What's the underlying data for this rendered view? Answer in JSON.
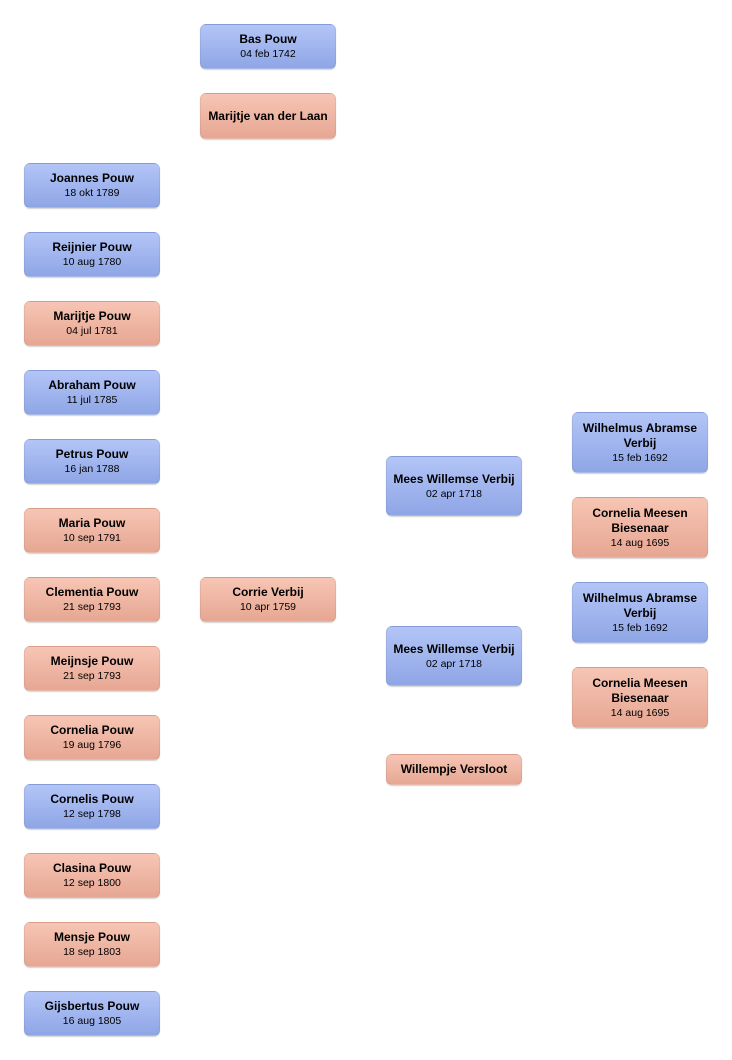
{
  "tree": {
    "parents": {
      "father": {
        "name": "Bas Pouw",
        "date": "04 feb 1742"
      },
      "mother": {
        "name": "Marijtje van der Laan",
        "date": ""
      }
    },
    "children": [
      {
        "name": "Joannes Pouw",
        "date": "18 okt 1789",
        "gender": "male"
      },
      {
        "name": "Reijnier Pouw",
        "date": "10 aug 1780",
        "gender": "male"
      },
      {
        "name": "Marijtje Pouw",
        "date": "04 jul 1781",
        "gender": "female"
      },
      {
        "name": "Abraham Pouw",
        "date": "11 jul 1785",
        "gender": "male"
      },
      {
        "name": "Petrus Pouw",
        "date": "16 jan 1788",
        "gender": "male"
      },
      {
        "name": "Maria Pouw",
        "date": "10 sep 1791",
        "gender": "female"
      },
      {
        "name": "Clementia Pouw",
        "date": "21 sep 1793",
        "gender": "female"
      },
      {
        "name": "Meijnsje Pouw",
        "date": "21 sep 1793",
        "gender": "female"
      },
      {
        "name": "Cornelia Pouw",
        "date": "19 aug 1796",
        "gender": "female"
      },
      {
        "name": "Cornelis Pouw",
        "date": "12 sep 1798",
        "gender": "male"
      },
      {
        "name": "Clasina Pouw",
        "date": "12 sep 1800",
        "gender": "female"
      },
      {
        "name": "Mensje Pouw",
        "date": "18 sep 1803",
        "gender": "female"
      },
      {
        "name": "Gijsbertus Pouw",
        "date": "16 aug 1805",
        "gender": "male"
      }
    ],
    "spouse": {
      "name": "Corrie Verbij",
      "date": "10 apr 1759"
    },
    "spouse_parents": [
      {
        "name": "Mees Willemse Verbij",
        "date": "02 apr 1718"
      },
      {
        "name": "Mees Willemse Verbij",
        "date": "02 apr 1718"
      },
      {
        "name": "Willempje Versloot",
        "date": ""
      }
    ],
    "grandparents": [
      {
        "name": "Wilhelmus Abramse Verbij",
        "date": "15 feb 1692"
      },
      {
        "name": "Cornelia Meesen Biesenaar",
        "date": "14 aug 1695"
      },
      {
        "name": "Wilhelmus Abramse Verbij",
        "date": "15 feb 1692"
      },
      {
        "name": "Cornelia Meesen Biesenaar",
        "date": "14 aug 1695"
      }
    ]
  },
  "colors": {
    "male_top": "#b3c5f7",
    "male_bottom": "#8fa6e6",
    "female_top": "#f7c5b4",
    "female_bottom": "#e6a793"
  }
}
